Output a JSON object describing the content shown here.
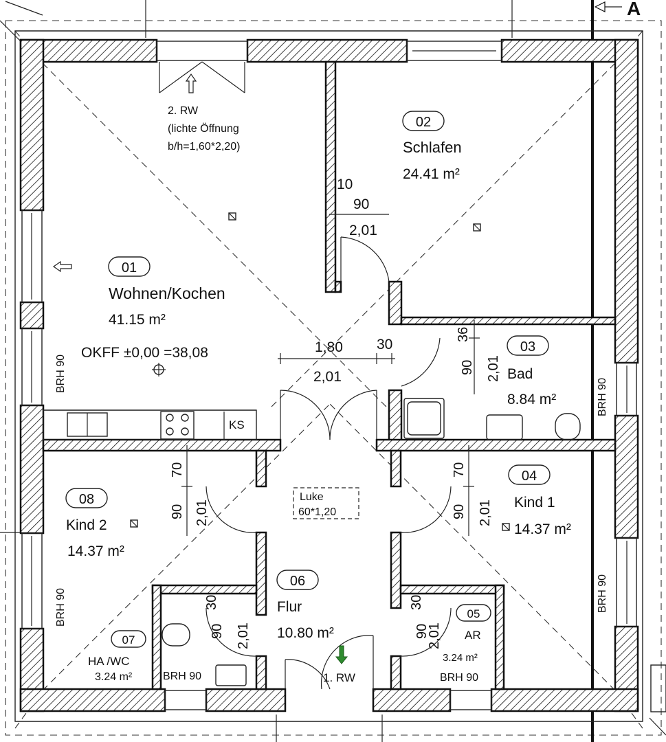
{
  "section_marker": "A",
  "rooms": [
    {
      "id": "r01",
      "number": "01",
      "name": "Wohnen/Kochen",
      "area": "41.15 m²",
      "level": "OKFF ±0,00 =38,08"
    },
    {
      "id": "r02",
      "number": "02",
      "name": "Schlafen",
      "area": "24.41 m²"
    },
    {
      "id": "r03",
      "number": "03",
      "name": "Bad",
      "area": "8.84 m²"
    },
    {
      "id": "r04",
      "number": "04",
      "name": "Kind 1",
      "area": "14.37 m²"
    },
    {
      "id": "r05",
      "number": "05",
      "name": "AR",
      "area": "3.24 m²"
    },
    {
      "id": "r06",
      "number": "06",
      "name": "Flur",
      "area": "10.80 m²"
    },
    {
      "id": "r07",
      "number": "07",
      "name": "HA /WC",
      "area": "3.24 m²"
    },
    {
      "id": "r08",
      "number": "08",
      "name": "Kind 2",
      "area": "14.37 m²"
    }
  ],
  "annotations": {
    "rw2_line1": "2. RW",
    "rw2_line2": "(lichte Öffnung",
    "rw2_line3": "b/h=1,60*2,20)",
    "rw1": "1. RW",
    "hatch_line1": "Luke",
    "hatch_line2": "60*1,20",
    "ks": "KS",
    "brh": "BRH 90"
  },
  "dimensions": {
    "d10": "10",
    "d90": "90",
    "d201": "2,01",
    "d180": "1,80",
    "d30": "30",
    "d36": "36",
    "d70": "70"
  },
  "colors": {
    "line": "#111111",
    "arrow_green": "#2e8b2e"
  }
}
